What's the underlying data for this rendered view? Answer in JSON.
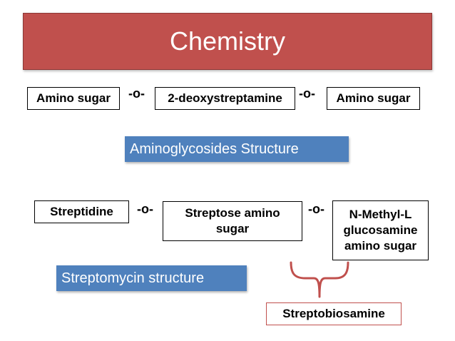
{
  "title": "Chemistry",
  "row1": {
    "left": "Amino sugar",
    "link1": "-o-",
    "center": "2-deoxystreptamine",
    "link2": "-o-",
    "right": "Amino sugar"
  },
  "label1": "Aminoglycosides Structure",
  "row2": {
    "left": "Streptidine",
    "link1": "-o-",
    "center": "Streptose amino sugar",
    "link2": "-o-",
    "right": "N-Methyl-L glucosamine amino sugar"
  },
  "label2": "Streptomycin structure",
  "bottom_box": "Streptobiosamine",
  "colors": {
    "title_bg": "#c0504d",
    "label_bg": "#4f81bd",
    "brace": "#c0504d"
  }
}
